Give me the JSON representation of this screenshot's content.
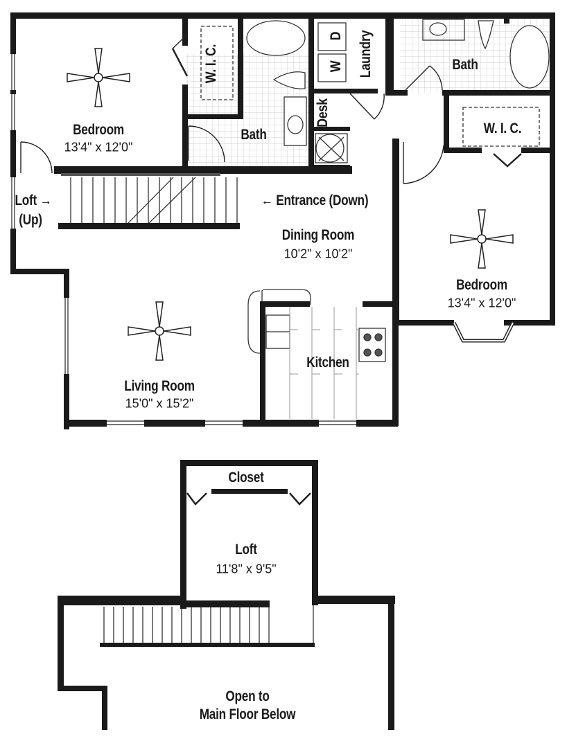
{
  "plan": {
    "main_floor": {
      "rooms": [
        {
          "id": "bedroom-1",
          "name": "Bedroom",
          "dimensions": "13'4\" x 12'0\""
        },
        {
          "id": "wic-1",
          "name": "W. I. C."
        },
        {
          "id": "bath-1",
          "name": "Bath"
        },
        {
          "id": "laundry",
          "name": "Laundry",
          "appliances": [
            "W",
            "D"
          ]
        },
        {
          "id": "desk",
          "name": "Desk"
        },
        {
          "id": "bath-2",
          "name": "Bath"
        },
        {
          "id": "wic-2",
          "name": "W. I. C."
        },
        {
          "id": "bedroom-2",
          "name": "Bedroom",
          "dimensions": "13'4\" x 12'0\""
        },
        {
          "id": "dining",
          "name": "Dining Room",
          "dimensions": "10'2\" x 10'2\""
        },
        {
          "id": "living",
          "name": "Living Room",
          "dimensions": "15'0\" x 15'2\""
        },
        {
          "id": "kitchen",
          "name": "Kitchen"
        }
      ],
      "annotations": {
        "loft_up_line1": "Loft",
        "loft_up_line2": "(Up)",
        "entrance": "Entrance (Down)"
      }
    },
    "loft_floor": {
      "rooms": [
        {
          "id": "closet",
          "name": "Closet"
        },
        {
          "id": "loft",
          "name": "Loft",
          "dimensions": "11'8\" x 9'5\""
        }
      ],
      "open_to_line1": "Open to",
      "open_to_line2": "Main Floor Below"
    },
    "colors": {
      "wall": "#1a1a1a",
      "fixture": "#333333",
      "tile": "#bbbbbb",
      "background": "#ffffff"
    }
  }
}
